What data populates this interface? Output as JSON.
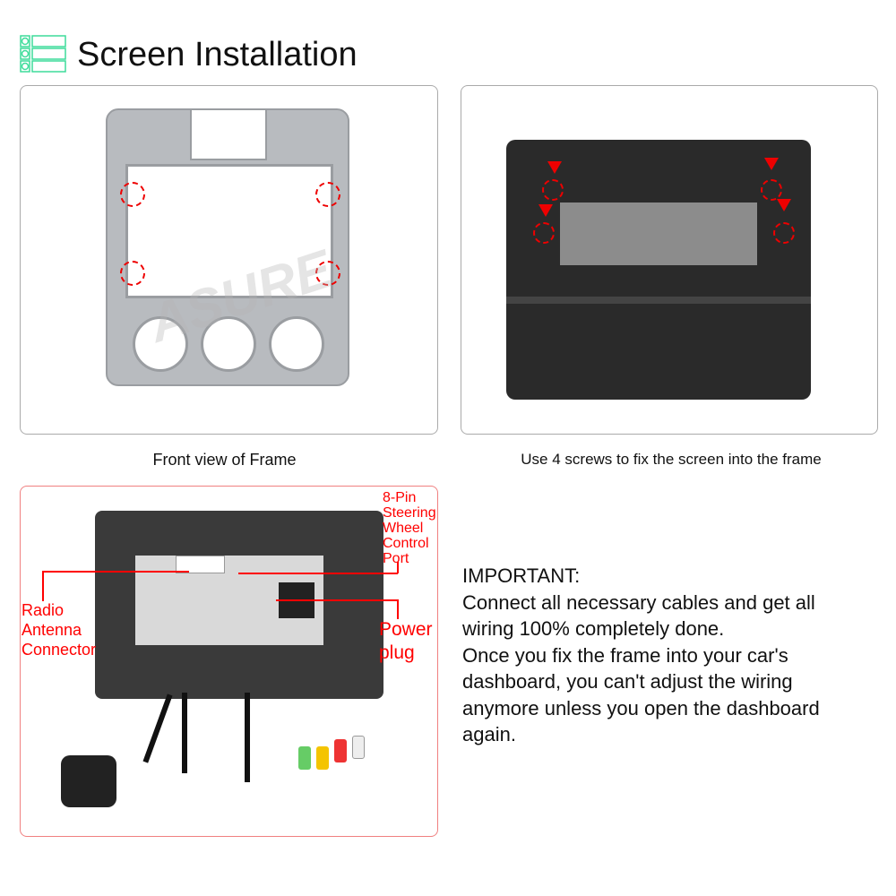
{
  "header": {
    "title": "Screen Installation",
    "icon": "list-icon",
    "icon_color": "#3ddc9a"
  },
  "panels": {
    "front": {
      "caption": "Front view of Frame"
    },
    "screws": {
      "caption": "Use 4 screws to fix the screen into the frame"
    },
    "wiring": {
      "labels": {
        "steering": [
          "8-Pin",
          "Steering",
          "Wheel",
          "Control",
          "Port"
        ],
        "antenna": [
          "Radio",
          "Antenna",
          "Connector"
        ],
        "power": [
          "Power",
          "plug"
        ]
      },
      "accent": "#ff0000"
    }
  },
  "important": {
    "heading": "IMPORTANT:",
    "lines": [
      "Connect all necessary cables and get all",
      "wiring 100% completely done.",
      "Once you fix the frame into your car's",
      "dashboard, you can't adjust the wiring",
      "anymore unless you open the dashboard",
      "again."
    ]
  },
  "watermark": "ASURE"
}
